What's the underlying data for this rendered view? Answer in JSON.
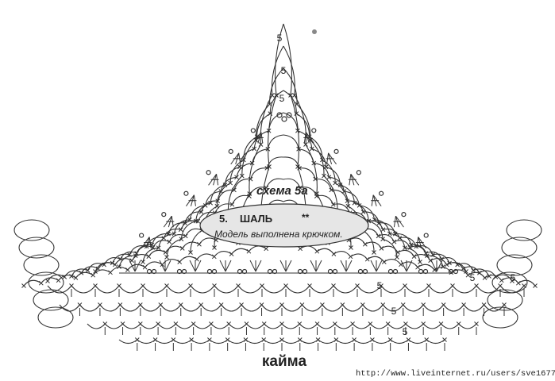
{
  "diagram": {
    "title": "схема 5а",
    "oval": {
      "number": "5.",
      "name": "ШАЛЬ",
      "stars": "**",
      "subtitle": "Модель выполнена крючком."
    },
    "caption": "кайма",
    "url": "http://www.liveinternet.ru/users/sve1677/",
    "labels": {
      "tip_1": "5",
      "tip_2": "5",
      "tip_3": "5",
      "right_1": "5",
      "right_2": "5",
      "right_3": "5",
      "right_4": "5",
      "right_5": "5"
    }
  }
}
